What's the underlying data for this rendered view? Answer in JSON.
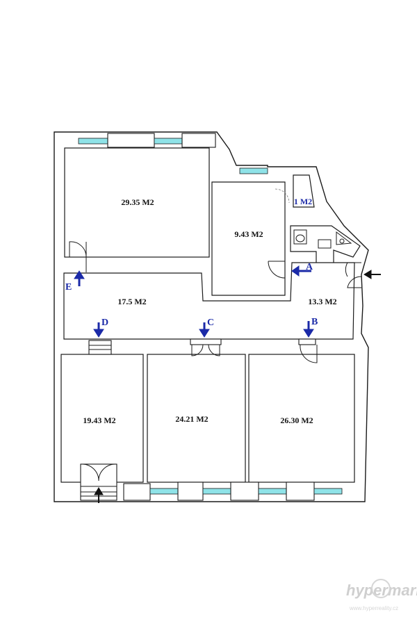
{
  "rooms": [
    {
      "id": "top-left",
      "area": "29.35 M2"
    },
    {
      "id": "middle-small",
      "area": "9.43 M2"
    },
    {
      "id": "wc",
      "area": "1 M2"
    },
    {
      "id": "hall",
      "area": "17.5 M2"
    },
    {
      "id": "hall-right",
      "area": "13.3 M2"
    },
    {
      "id": "bottom-left",
      "area": "19.43 M2"
    },
    {
      "id": "bottom-middle",
      "area": "24.21 M2"
    },
    {
      "id": "bottom-right",
      "area": "26.30 M2"
    }
  ],
  "markers": {
    "a": "A",
    "b": "B",
    "c": "C",
    "d": "D",
    "e": "E"
  },
  "watermark": {
    "logo": "hypermarket",
    "url": "www.hyperreality.cz"
  },
  "colors": {
    "window": "#8fe3e8",
    "marker": "#1b2aa8",
    "wall": "#1a1a1a"
  }
}
